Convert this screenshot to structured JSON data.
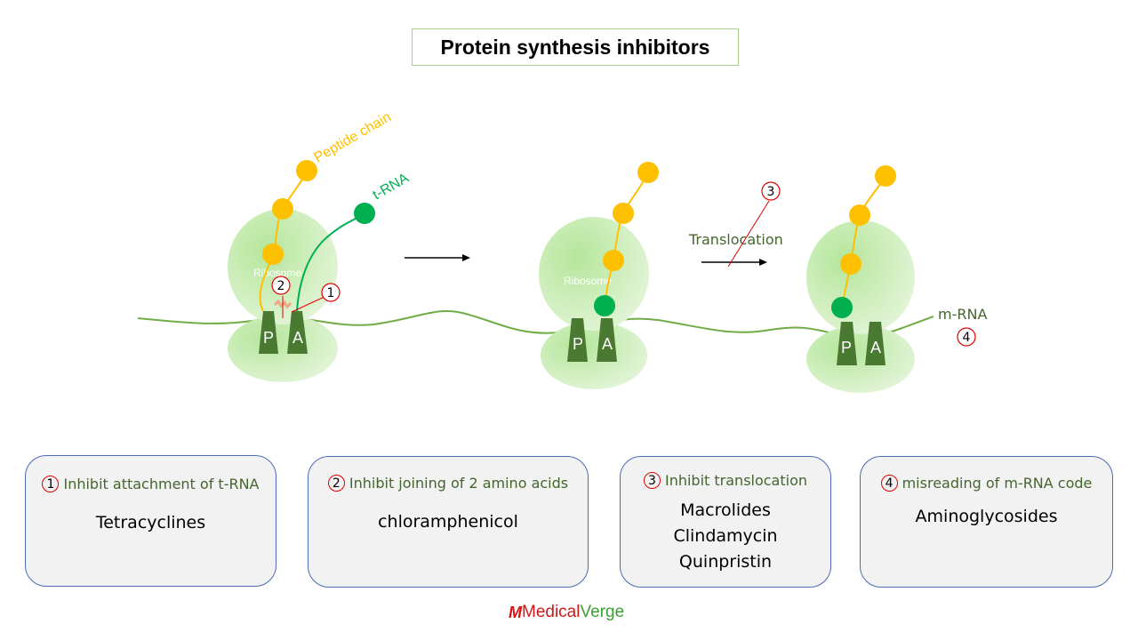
{
  "title": "Protein synthesis inhibitors",
  "diagram": {
    "labels": {
      "peptide_chain": "Peptide chain",
      "trna": "t-RNA",
      "ribosome": "Ribosome",
      "p_site": "P",
      "a_site": "A",
      "translocation": "Translocation",
      "mrna": "m-RNA"
    },
    "markers": [
      "1",
      "2",
      "3",
      "4"
    ],
    "colors": {
      "ribosome": "#c5ebb0",
      "site": "#4a7a32",
      "peptide": "#ffc000",
      "trna": "#00b050",
      "mrna": "#70ad47",
      "marker": "#e00000"
    }
  },
  "cards": [
    {
      "num": "1",
      "heading": "Inhibit attachment of t-RNA",
      "drugs": [
        "Tetracyclines"
      ]
    },
    {
      "num": "2",
      "heading": "Inhibit joining of 2 amino acids",
      "drugs": [
        "chloramphenicol"
      ]
    },
    {
      "num": "3",
      "heading": "Inhibit translocation",
      "drugs": [
        "Macrolides",
        "Clindamycin",
        "Quinpristin"
      ]
    },
    {
      "num": "4",
      "heading": "misreading of m-RNA code",
      "drugs": [
        "Aminoglycosides"
      ]
    }
  ],
  "logo": {
    "mark": "M",
    "part1": "Medical",
    "part2": "Verge"
  }
}
